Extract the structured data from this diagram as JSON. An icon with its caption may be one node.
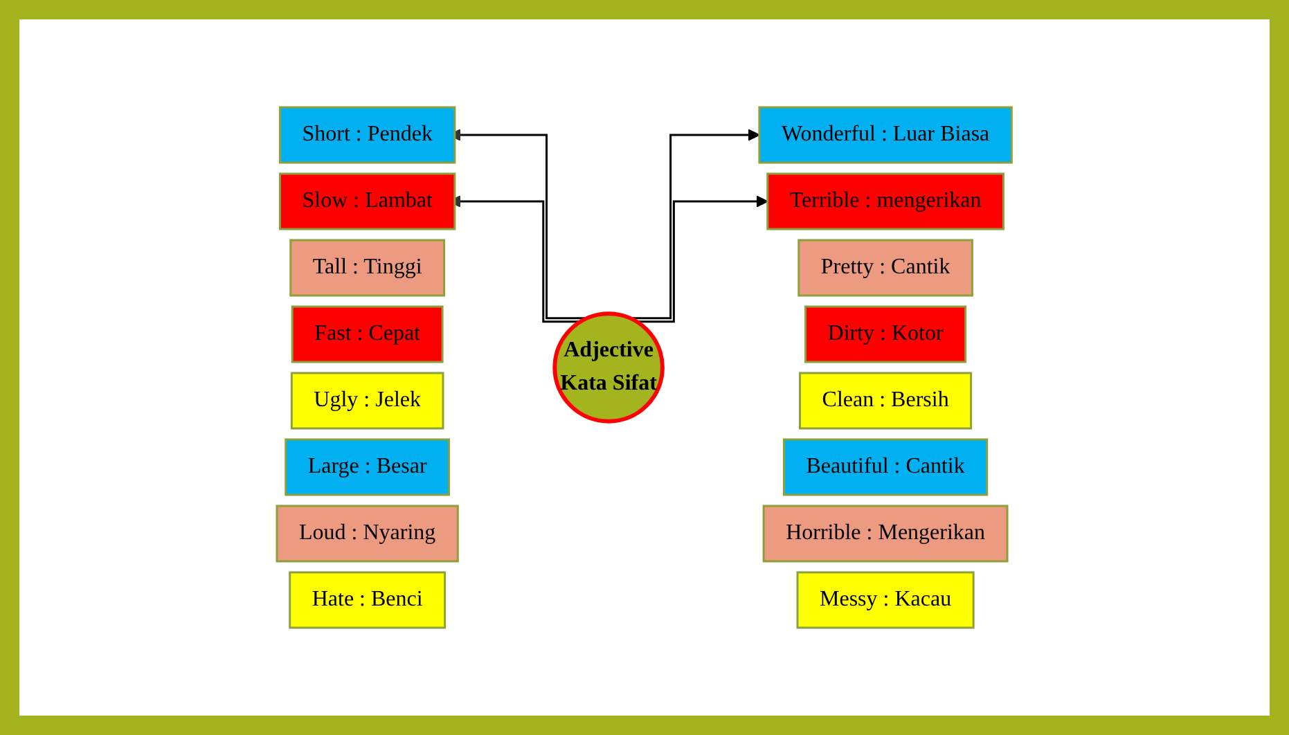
{
  "diagram": {
    "nodes": [
      {
        "text": [
          "Adjective",
          "Kata Sifat"
        ]
      },
      {
        "text": [
          "Short : Pendek"
        ]
      },
      {
        "text": [
          "Tall : Tinggi"
        ]
      },
      {
        "text": [
          "Fast : Cepat"
        ]
      },
      {
        "text": [
          "Ugly : Jelek"
        ]
      },
      {
        "text": [
          "Wonderful : Luar Biasa"
        ]
      },
      {
        "text": [
          "Pretty : Cantik"
        ]
      },
      {
        "text": [
          "Dirty : Kotor"
        ]
      },
      {
        "text": [
          "Clean : Bersih"
        ]
      },
      {
        "text": [
          "Large : Besar"
        ]
      },
      {
        "text": [
          "Loud : Nyaring"
        ]
      },
      {
        "text": [
          "Hate : Benci"
        ]
      },
      {
        "text": [
          "Slow : Lambat"
        ]
      },
      {
        "text": [
          "Beautiful : Cantik"
        ]
      },
      {
        "text": [
          "Horrible : Mengerikan"
        ]
      },
      {
        "text": [
          "Terrible : mengerikan"
        ]
      },
      {
        "text": [
          "Messy : Kacau"
        ]
      }
    ],
    "edges": [
      {
        "from": 0,
        "to": 1,
        "arrow": "to"
      },
      {
        "from": 0,
        "to": 5,
        "arrow": "to"
      },
      {
        "from": 0,
        "to": 12,
        "arrow": "to"
      },
      {
        "from": 0,
        "to": 15,
        "arrow": "to"
      }
    ]
  }
}
